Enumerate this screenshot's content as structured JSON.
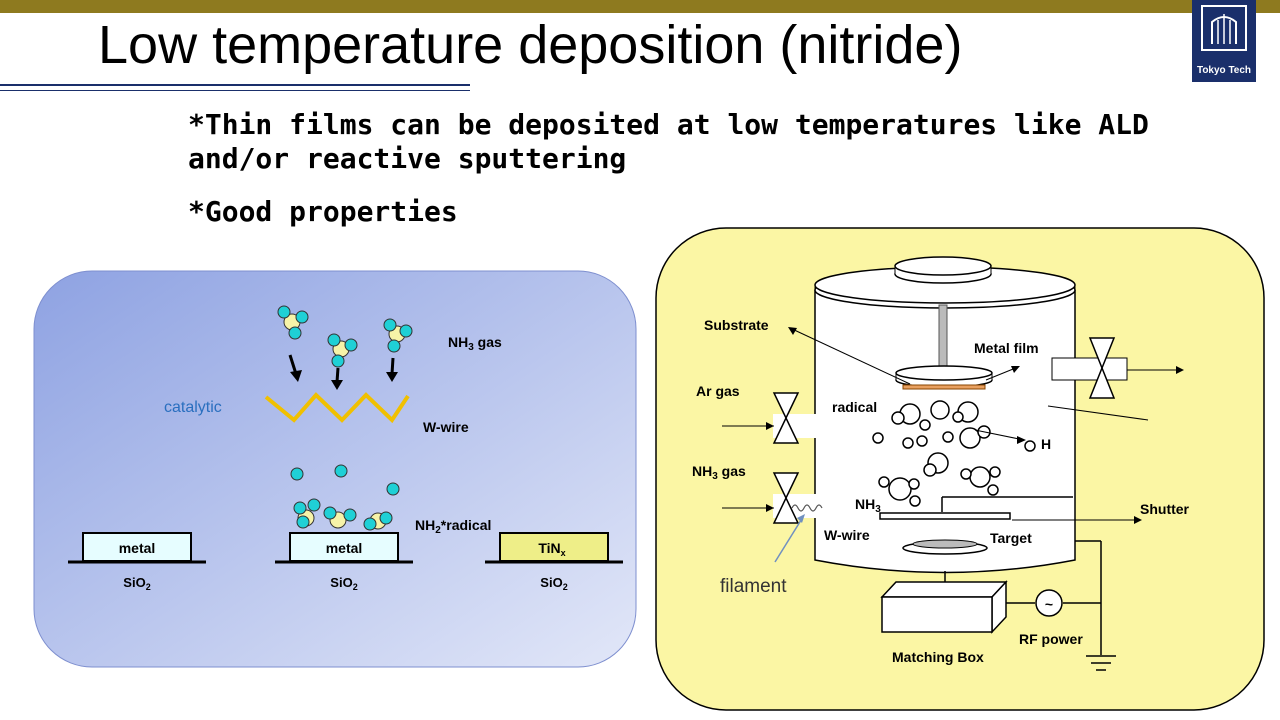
{
  "slide": {
    "title": "Low temperature deposition (nitride)",
    "bullets": [
      "*Thin films can be deposited at low temperatures like ALD",
      "and/or reactive sputtering",
      "*Good properties"
    ],
    "logo_text": "Tokyo Tech"
  },
  "left_diagram": {
    "gas_label": "NH",
    "gas_label_sub": "3",
    "gas_label_suffix": " gas",
    "catalytic_label": "catalytic",
    "wire_label": "W-wire",
    "radical_label": "NH",
    "radical_label_sub": "2",
    "radical_label_suffix": "*radical",
    "block1": "metal",
    "block2": "metal",
    "block3": "TiN",
    "block3_sub": "x",
    "substrate": "SiO",
    "substrate_sub": "2"
  },
  "right_diagram": {
    "substrate": "Substrate",
    "metal_film": "Metal film",
    "ar_gas": "Ar gas",
    "radical": "radical",
    "h": "H",
    "nh3_gas": "NH",
    "nh3_gas_sub": "3",
    "nh3_gas_suffix": " gas",
    "nh3": "NH",
    "nh3_sub": "3",
    "shutter": "Shutter",
    "w_wire": "W-wire",
    "target": "Target",
    "filament": "filament",
    "tilde": "~",
    "rf_power": "RF power",
    "matching_box": "Matching Box"
  },
  "colors": {
    "top_bar": "#8e7a1f",
    "logo_bg": "#1a2f6b",
    "left_panel": "#a7b6e8",
    "right_panel": "#fbf6a4",
    "molecule_cyan": "#1fd0d6",
    "molecule_yellow": "#f7f3a8",
    "wire": "#f0c000",
    "metal_fill": "#e6fdff",
    "tin_fill": "#eeee88",
    "catalytic_text": "#2a6fbf"
  }
}
